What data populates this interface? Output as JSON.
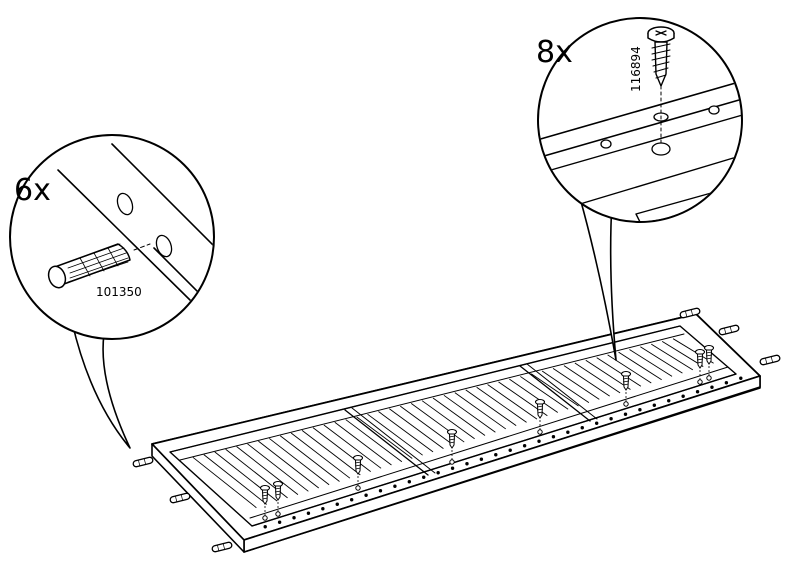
{
  "callout_dowel": {
    "quantity": "6x",
    "part_number": "101350",
    "part_icon": "wooden-dowel-icon"
  },
  "callout_screw": {
    "quantity": "8x",
    "part_number": "116894",
    "part_icon": "screw-icon"
  },
  "main_illustration": {
    "assembly_icon": "slatted-panel-frame-icon"
  }
}
